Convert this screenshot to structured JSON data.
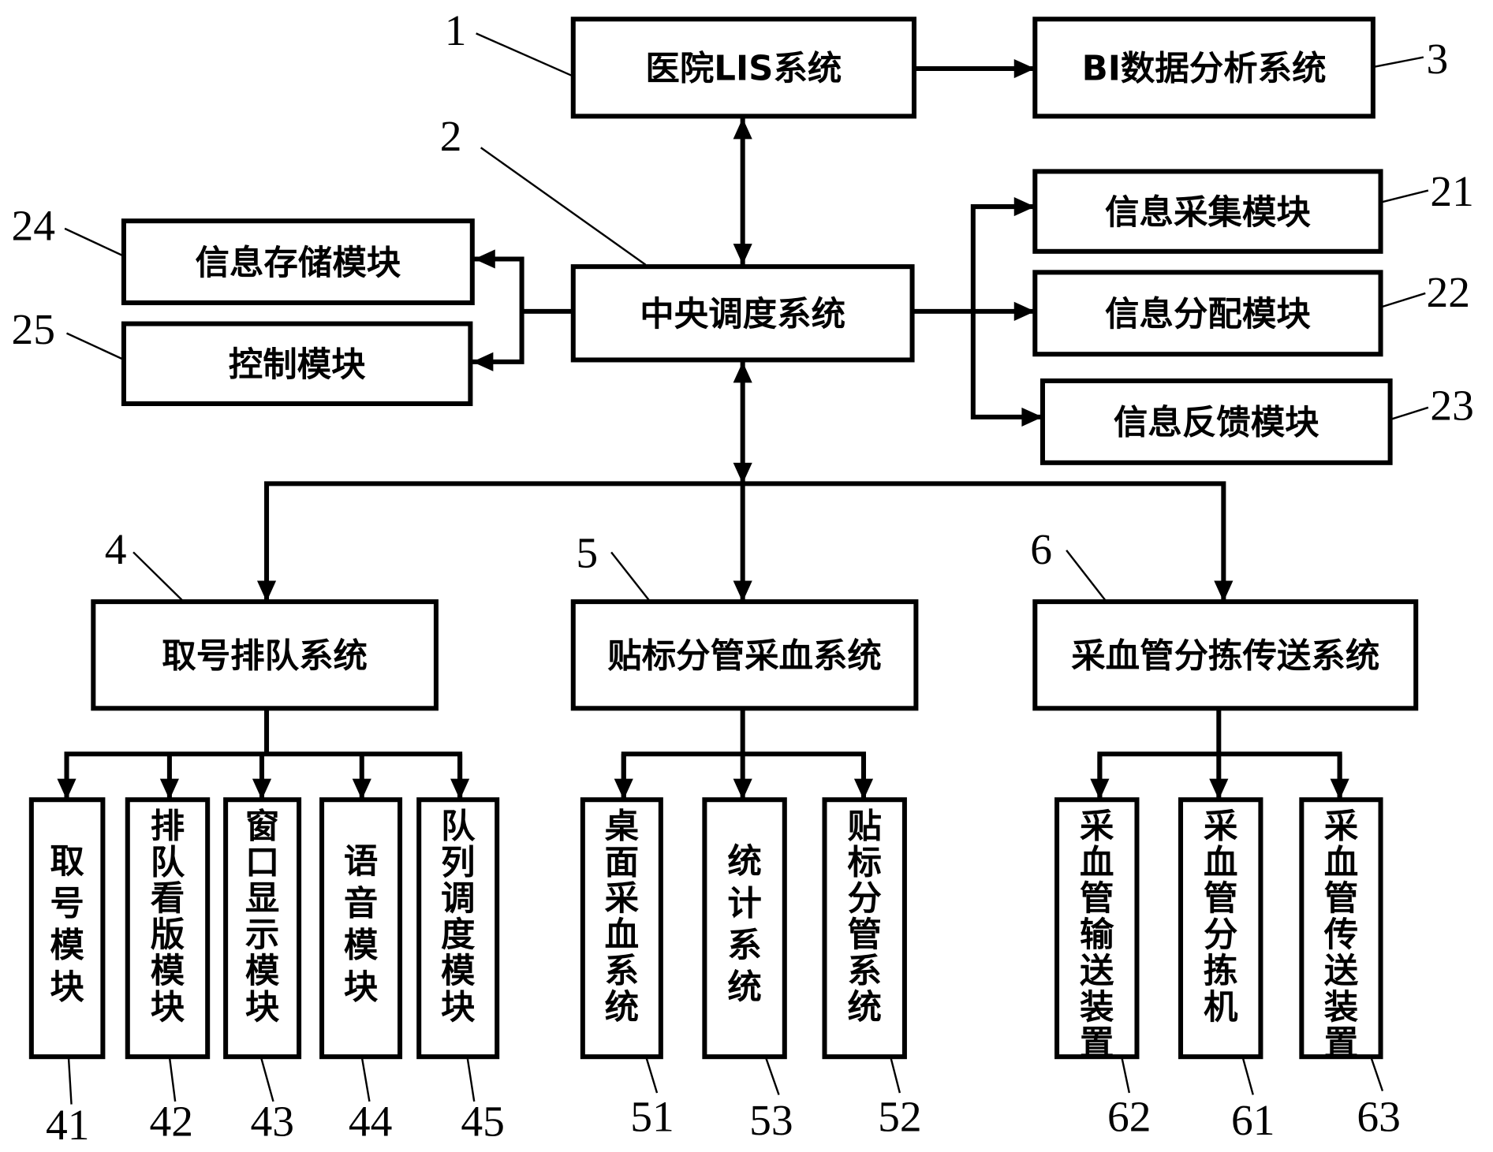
{
  "diagram": {
    "title": "Hospital blood collection system block diagram",
    "nodes": {
      "lis": {
        "ref": "1",
        "label": "医院LIS系统"
      },
      "central": {
        "ref": "2",
        "label": "中央调度系统"
      },
      "bi": {
        "ref": "3",
        "label": "BI数据分析系统"
      },
      "info_collect": {
        "ref": "21",
        "label": "信息采集模块"
      },
      "info_distribute": {
        "ref": "22",
        "label": "信息分配模块"
      },
      "info_feedback": {
        "ref": "23",
        "label": "信息反馈模块"
      },
      "info_storage": {
        "ref": "24",
        "label": "信息存储模块"
      },
      "control": {
        "ref": "25",
        "label": "控制模块"
      },
      "queue": {
        "ref": "4",
        "label": "取号排队系统"
      },
      "labeling": {
        "ref": "5",
        "label": "贴标分管采血系统"
      },
      "sorting": {
        "ref": "6",
        "label": "采血管分拣传送系统"
      }
    },
    "queue_children": [
      {
        "ref": "41",
        "label": "取号模块"
      },
      {
        "ref": "42",
        "label": "排队看版模块"
      },
      {
        "ref": "43",
        "label": "窗口显示模块"
      },
      {
        "ref": "44",
        "label": "语音模块"
      },
      {
        "ref": "45",
        "label": "队列调度模块"
      }
    ],
    "labeling_children": [
      {
        "ref": "51",
        "label": "桌面采血系统"
      },
      {
        "ref": "53",
        "label": "统计系统"
      },
      {
        "ref": "52",
        "label": "贴标分管系统"
      }
    ],
    "sorting_children": [
      {
        "ref": "62",
        "label": "采血管输送装置"
      },
      {
        "ref": "61",
        "label": "采血管分拣机"
      },
      {
        "ref": "63",
        "label": "采血管传送装置"
      }
    ],
    "edges": [
      {
        "from": "lis",
        "to": "bi",
        "type": "one-way"
      },
      {
        "from": "lis",
        "to": "central",
        "type": "two-way"
      },
      {
        "from": "central",
        "to": "info_storage",
        "type": "one-way"
      },
      {
        "from": "central",
        "to": "control",
        "type": "one-way"
      },
      {
        "from": "central",
        "to": "info_collect",
        "type": "one-way"
      },
      {
        "from": "central",
        "to": "info_distribute",
        "type": "one-way"
      },
      {
        "from": "central",
        "to": "info_feedback",
        "type": "one-way"
      },
      {
        "from": "central",
        "to": "bus",
        "type": "two-way"
      },
      {
        "from": "bus",
        "to": "queue",
        "type": "one-way"
      },
      {
        "from": "bus",
        "to": "labeling",
        "type": "one-way"
      },
      {
        "from": "bus",
        "to": "sorting",
        "type": "one-way"
      },
      {
        "from": "queue",
        "to": "queue_children",
        "type": "one-way"
      },
      {
        "from": "labeling",
        "to": "labeling_children",
        "type": "one-way"
      },
      {
        "from": "sorting",
        "to": "sorting_children",
        "type": "one-way"
      }
    ]
  }
}
